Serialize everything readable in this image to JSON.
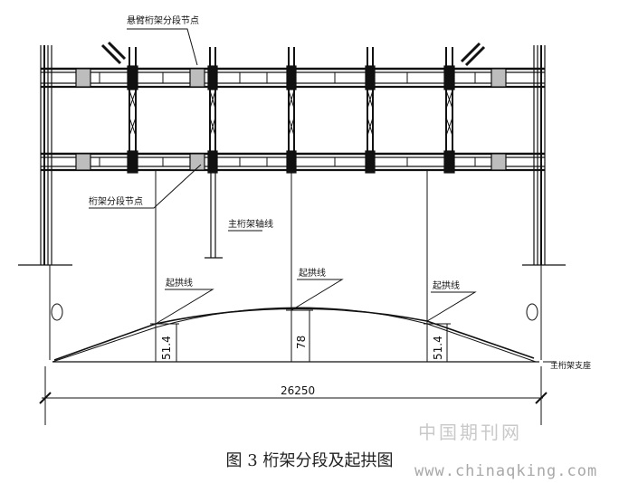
{
  "labels": {
    "top_note": "悬臂桁架分段节点",
    "lower_note": "桁架分段节点",
    "axis_note": "主桁架轴线",
    "arch_left": "起拱线",
    "arch_mid": "起拱线",
    "arch_right": "起拱线",
    "right_note": "主桁架支座"
  },
  "dimensions": {
    "left_rise": "51.4",
    "mid_rise": "78",
    "right_rise": "51.4",
    "span": "26250"
  },
  "caption": "图 3 桁架分段及起拱图",
  "watermark": {
    "cn": "中国期刊网",
    "url": "www.chinaqking.com"
  }
}
